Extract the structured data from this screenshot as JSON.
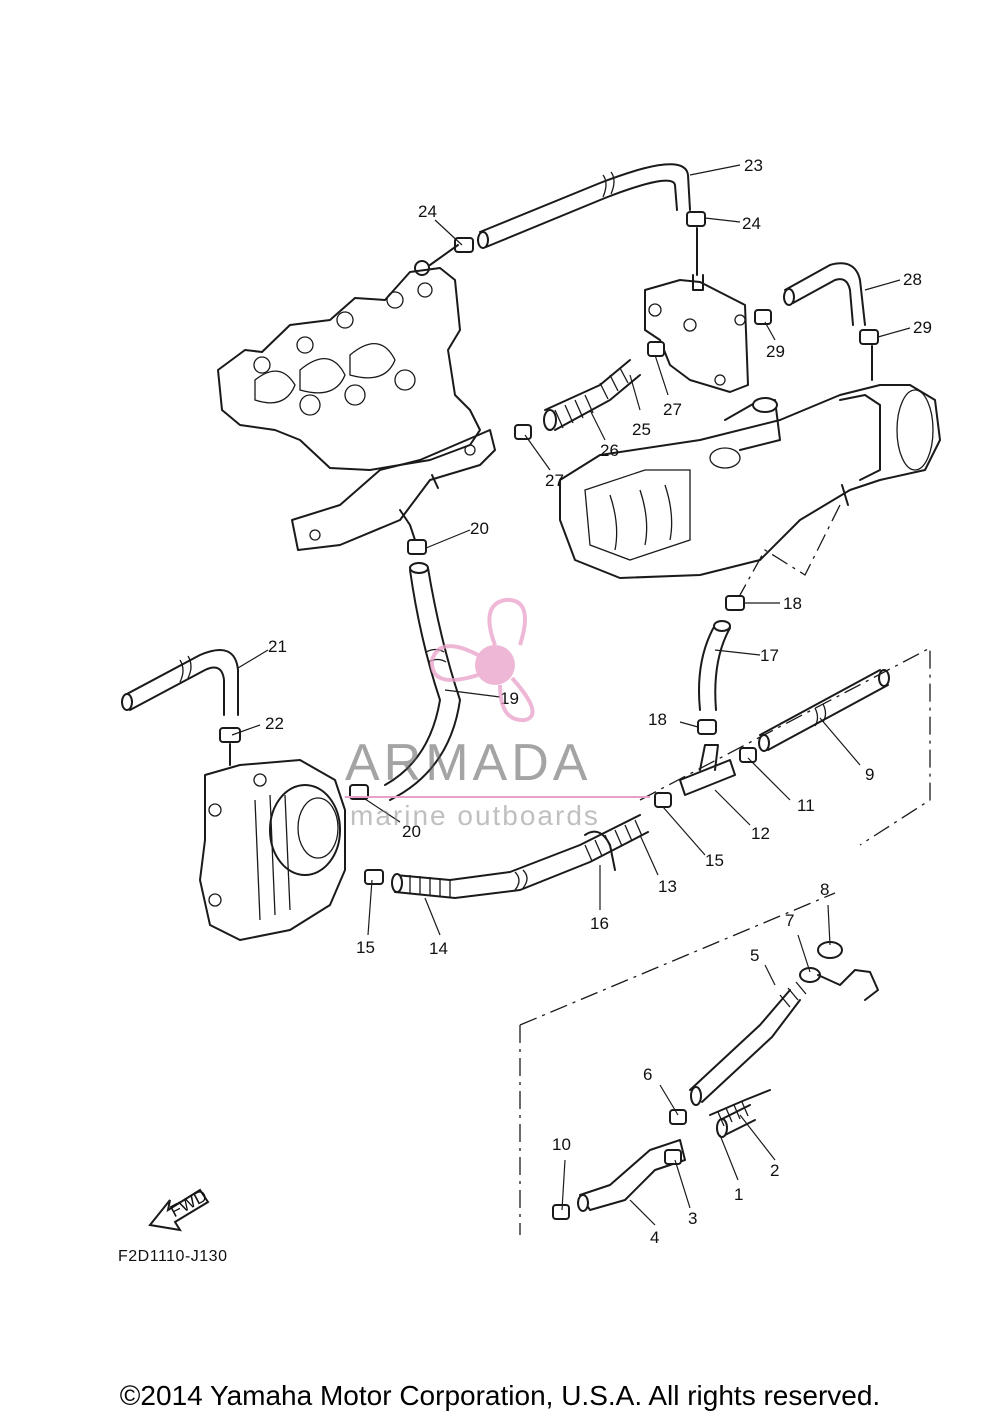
{
  "diagram": {
    "code": "F2D1110-J130",
    "copyright": "©2014 Yamaha Motor Corporation, U.S.A. All rights reserved.",
    "fwd_label": "FWD",
    "callouts": [
      "1",
      "2",
      "3",
      "4",
      "5",
      "6",
      "7",
      "8",
      "9",
      "10",
      "11",
      "12",
      "13",
      "14",
      "15",
      "15",
      "15",
      "16",
      "17",
      "18",
      "18",
      "19",
      "20",
      "20",
      "21",
      "22",
      "23",
      "24",
      "24",
      "25",
      "26",
      "27",
      "27",
      "28",
      "29",
      "29"
    ]
  },
  "watermark": {
    "name": "ARMADA",
    "tagline": "marine outboards",
    "color": "#e8a0c8"
  }
}
